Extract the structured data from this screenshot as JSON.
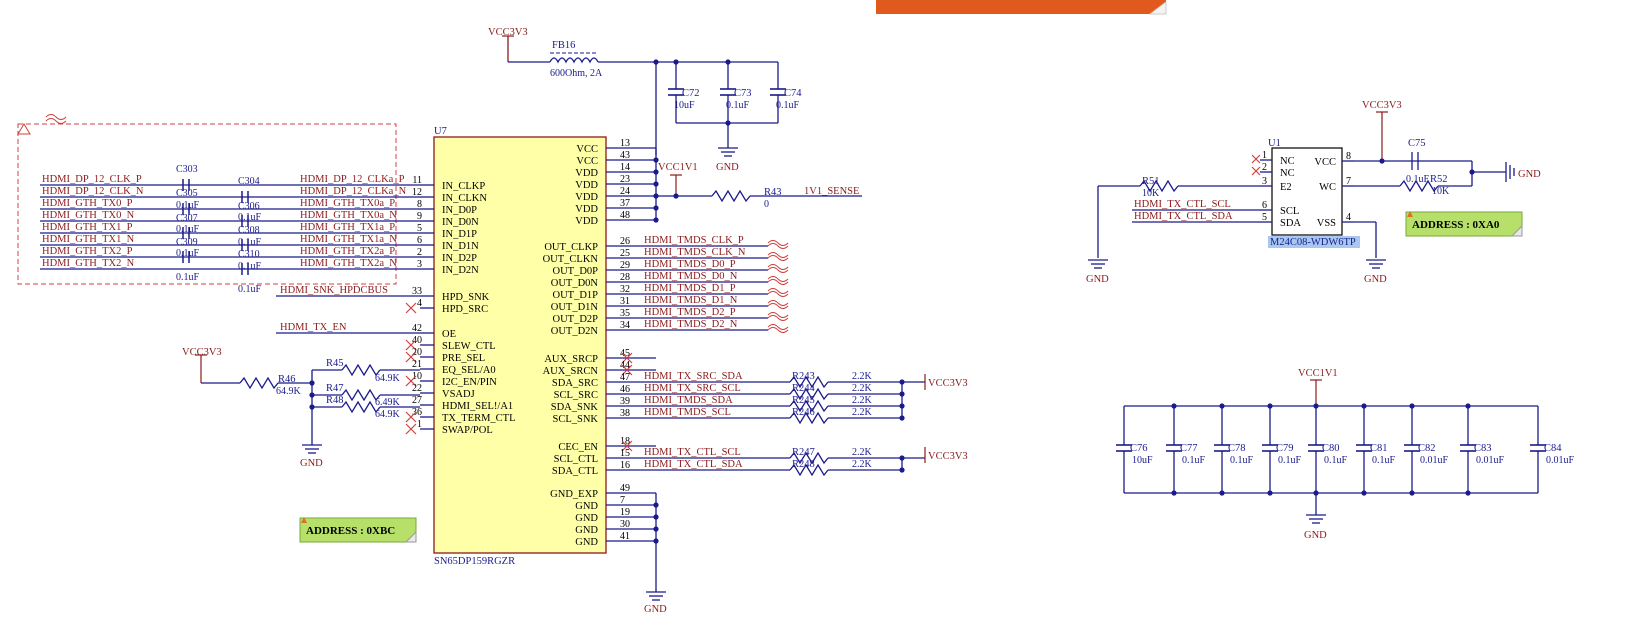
{
  "u7": {
    "ref": "U7",
    "part": "SN65DP159RGZR",
    "left_pins": [
      {
        "num": "11",
        "name": "IN_CLKP",
        "net": "HDMI_DP_12_CLKa_P"
      },
      {
        "num": "12",
        "name": "IN_CLKN",
        "net": "HDMI_DP_12_CLKa_N"
      },
      {
        "num": "8",
        "name": "IN_D0P",
        "net": "HDMI_GTH_TX0a_P"
      },
      {
        "num": "9",
        "name": "IN_D0N",
        "net": "HDMI_GTH_TX0a_N"
      },
      {
        "num": "5",
        "name": "IN_D1P",
        "net": "HDMI_GTH_TX1a_P"
      },
      {
        "num": "6",
        "name": "IN_D1N",
        "net": "HDMI_GTH_TX1a_N"
      },
      {
        "num": "2",
        "name": "IN_D2P",
        "net": "HDMI_GTH_TX2a_P"
      },
      {
        "num": "3",
        "name": "IN_D2N",
        "net": "HDMI_GTH_TX2a_N"
      },
      {
        "num": "33",
        "name": "HPD_SNK",
        "net": "HDMI_SNK_HPDCBUS"
      },
      {
        "num": "4",
        "name": "HPD_SRC",
        "net": ""
      },
      {
        "num": "42",
        "name": "OE",
        "net": "HDMI_TX_EN"
      },
      {
        "num": "40",
        "name": "SLEW_CTL",
        "net": ""
      },
      {
        "num": "20",
        "name": "PRE_SEL",
        "net": ""
      },
      {
        "num": "21",
        "name": "EQ_SEL/A0",
        "net": ""
      },
      {
        "num": "10",
        "name": "I2C_EN/PIN",
        "net": ""
      },
      {
        "num": "22",
        "name": "VSADJ",
        "net": ""
      },
      {
        "num": "27",
        "name": "HDMI_SEL!/A1",
        "net": ""
      },
      {
        "num": "36",
        "name": "TX_TERM_CTL",
        "net": ""
      },
      {
        "num": "1",
        "name": "SWAP/POL",
        "net": ""
      }
    ],
    "right_pins": [
      {
        "num": "13",
        "name": "VCC",
        "net": ""
      },
      {
        "num": "43",
        "name": "VCC",
        "net": ""
      },
      {
        "num": "14",
        "name": "VDD",
        "net": ""
      },
      {
        "num": "23",
        "name": "VDD",
        "net": ""
      },
      {
        "num": "24",
        "name": "VDD",
        "net": ""
      },
      {
        "num": "37",
        "name": "VDD",
        "net": ""
      },
      {
        "num": "48",
        "name": "VDD",
        "net": ""
      },
      {
        "num": "26",
        "name": "OUT_CLKP",
        "net": "HDMI_TMDS_CLK_P"
      },
      {
        "num": "25",
        "name": "OUT_CLKN",
        "net": "HDMI_TMDS_CLK_N"
      },
      {
        "num": "29",
        "name": "OUT_D0P",
        "net": "HDMI_TMDS_D0_P"
      },
      {
        "num": "28",
        "name": "OUT_D0N",
        "net": "HDMI_TMDS_D0_N"
      },
      {
        "num": "32",
        "name": "OUT_D1P",
        "net": "HDMI_TMDS_D1_P"
      },
      {
        "num": "31",
        "name": "OUT_D1N",
        "net": "HDMI_TMDS_D1_N"
      },
      {
        "num": "35",
        "name": "OUT_D2P",
        "net": "HDMI_TMDS_D2_P"
      },
      {
        "num": "34",
        "name": "OUT_D2N",
        "net": "HDMI_TMDS_D2_N"
      },
      {
        "num": "45",
        "name": "AUX_SRCP",
        "net": ""
      },
      {
        "num": "44",
        "name": "AUX_SRCN",
        "net": ""
      },
      {
        "num": "47",
        "name": "SDA_SRC",
        "net": "HDMI_TX_SRC_SDA"
      },
      {
        "num": "46",
        "name": "SCL_SRC",
        "net": "HDMI_TX_SRC_SCL"
      },
      {
        "num": "39",
        "name": "SDA_SNK",
        "net": "HDMI_TMDS_SDA"
      },
      {
        "num": "38",
        "name": "SCL_SNK",
        "net": "HDMI_TMDS_SCL"
      },
      {
        "num": "18",
        "name": "CEC_EN",
        "net": ""
      },
      {
        "num": "15",
        "name": "SCL_CTL",
        "net": "HDMI_TX_CTL_SCL"
      },
      {
        "num": "16",
        "name": "SDA_CTL",
        "net": "HDMI_TX_CTL_SDA"
      },
      {
        "num": "49",
        "name": "GND_EXP",
        "net": ""
      },
      {
        "num": "7",
        "name": "GND",
        "net": ""
      },
      {
        "num": "19",
        "name": "GND",
        "net": ""
      },
      {
        "num": "30",
        "name": "GND",
        "net": ""
      },
      {
        "num": "41",
        "name": "GND",
        "net": ""
      }
    ]
  },
  "input_nets": [
    "HDMI_DP_12_CLK_P",
    "HDMI_DP_12_CLK_N",
    "HDMI_GTH_TX0_P",
    "HDMI_GTH_TX0_N",
    "HDMI_GTH_TX1_P",
    "HDMI_GTH_TX1_N",
    "HDMI_GTH_TX2_P",
    "HDMI_GTH_TX2_N"
  ],
  "coupling_caps": [
    {
      "ref": "C303",
      "value": "0.1uF"
    },
    {
      "ref": "C304",
      "value": "0.1uF"
    },
    {
      "ref": "C305",
      "value": "0.1uF"
    },
    {
      "ref": "C306",
      "value": "0.1uF"
    },
    {
      "ref": "C307",
      "value": "0.1uF"
    },
    {
      "ref": "C308",
      "value": "0.1uF"
    },
    {
      "ref": "C309",
      "value": "0.1uF"
    },
    {
      "ref": "C310",
      "value": "0.1uF"
    },
    {
      "ref": "",
      "value": "0.1uF"
    },
    {
      "ref": "",
      "value": "0.1uF"
    }
  ],
  "power": {
    "vcc3v3": "VCC3V3",
    "vcc1v1": "VCC1V1",
    "gnd": "GND",
    "sense": "1V1_SENSE"
  },
  "ferrite": {
    "ref": "FB16",
    "value": "600Ohm, 2A"
  },
  "top_caps": [
    {
      "ref": "C72",
      "value": "10uF"
    },
    {
      "ref": "C73",
      "value": "0.1uF"
    },
    {
      "ref": "C74",
      "value": "0.1uF"
    }
  ],
  "r43": {
    "ref": "R43",
    "value": "0"
  },
  "bias_resistors": [
    {
      "ref": "R46",
      "value": "64.9K"
    },
    {
      "ref": "R45",
      "value": "64.9K"
    },
    {
      "ref": "R47",
      "value": "6.49K"
    },
    {
      "ref": "R48",
      "value": "64.9K"
    }
  ],
  "pullups": [
    {
      "ref": "R243",
      "value": "2.2K"
    },
    {
      "ref": "R244",
      "value": "2.2K"
    },
    {
      "ref": "R245",
      "value": "2.2K"
    },
    {
      "ref": "R246",
      "value": "2.2K"
    },
    {
      "ref": "R247",
      "value": "2.2K"
    },
    {
      "ref": "R248",
      "value": "2.2K"
    }
  ],
  "u1": {
    "ref": "U1",
    "part": "M24C08-WDW6TP",
    "pins_left": [
      {
        "num": "1",
        "name": "NC"
      },
      {
        "num": "2",
        "name": "NC"
      },
      {
        "num": "3",
        "name": "E2"
      },
      {
        "num": "6",
        "name": "SCL"
      },
      {
        "num": "5",
        "name": "SDA"
      }
    ],
    "pins_right": [
      {
        "num": "8",
        "name": "VCC"
      },
      {
        "num": "7",
        "name": "WC"
      },
      {
        "num": "4",
        "name": "VSS"
      }
    ],
    "r51": {
      "ref": "R51",
      "value": "10K"
    },
    "r52": {
      "ref": "R52",
      "value": "10K"
    },
    "c75": {
      "ref": "C75",
      "value": "0.1uF"
    },
    "nets": [
      "HDMI_TX_CTL_SCL",
      "HDMI_TX_CTL_SDA"
    ]
  },
  "decoupling": [
    {
      "ref": "C76",
      "value": "10uF"
    },
    {
      "ref": "C77",
      "value": "0.1uF"
    },
    {
      "ref": "C78",
      "value": "0.1uF"
    },
    {
      "ref": "C79",
      "value": "0.1uF"
    },
    {
      "ref": "C80",
      "value": "0.1uF"
    },
    {
      "ref": "C81",
      "value": "0.1uF"
    },
    {
      "ref": "C82",
      "value": "0.01uF"
    },
    {
      "ref": "C83",
      "value": "0.01uF"
    },
    {
      "ref": "C84",
      "value": "0.01uF"
    }
  ],
  "address_labels": [
    "ADDRESS : 0XBC",
    "ADDRESS : 0XA0"
  ],
  "colors": {
    "wire": "#1b1b8c",
    "net": "#8b1a1a",
    "chip_fill": "#ffffa8",
    "banner": "#e05a1e",
    "address_fill": "#b6e06a",
    "no_connect": "#d04040"
  }
}
